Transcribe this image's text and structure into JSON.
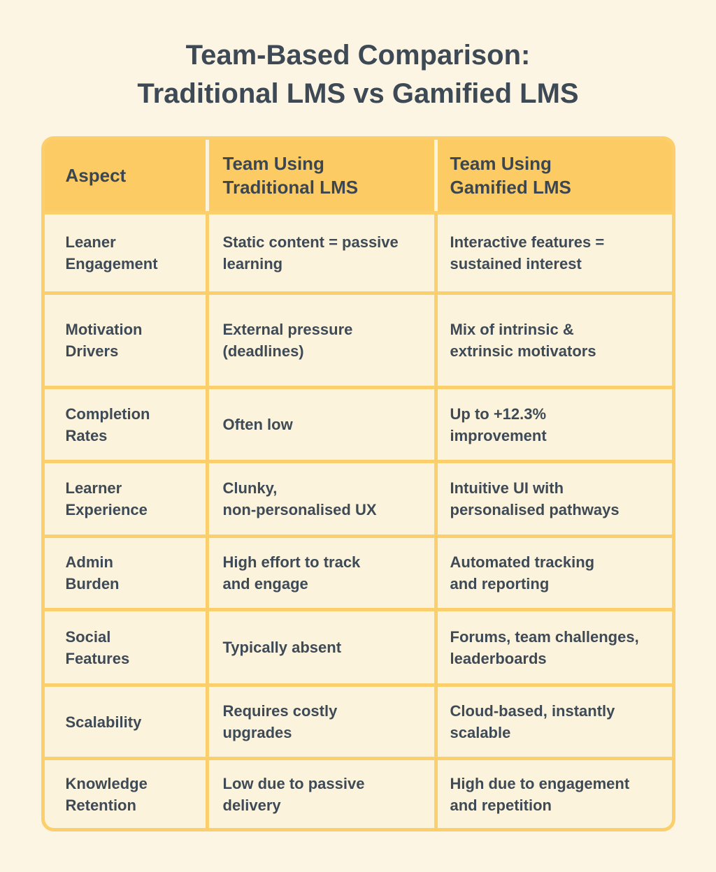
{
  "title": "Team-Based Comparison:\nTraditional LMS vs Gamified LMS",
  "colors": {
    "page_background": "#FDF5E3",
    "cell_background": "#FCF3DC",
    "header_background": "#FCCB63",
    "border": "#FCCF6D",
    "text": "#3E4A56",
    "title_text": "#3D4954"
  },
  "table": {
    "headers": [
      "Aspect",
      "Team Using\nTraditional LMS",
      "Team Using\nGamified LMS"
    ],
    "rows": [
      {
        "aspect": "Leaner\nEngagement",
        "traditional": "Static content = passive\nlearning",
        "gamified": "Interactive features =\nsustained interest"
      },
      {
        "aspect": "Motivation\nDrivers",
        "traditional": "External pressure\n(deadlines)",
        "gamified": "Mix of intrinsic &\nextrinsic motivators"
      },
      {
        "aspect": "Completion\nRates",
        "traditional": "Often low",
        "gamified": "Up to +12.3%\nimprovement"
      },
      {
        "aspect": "Learner\nExperience",
        "traditional": "Clunky,\nnon-personalised UX",
        "gamified": "Intuitive UI with\npersonalised pathways"
      },
      {
        "aspect": "Admin\nBurden",
        "traditional": "High effort to track\nand engage",
        "gamified": "Automated tracking\nand reporting"
      },
      {
        "aspect": "Social\nFeatures",
        "traditional": "Typically absent",
        "gamified": "Forums, team challenges,\nleaderboards"
      },
      {
        "aspect": "Scalability",
        "traditional": "Requires costly\nupgrades",
        "gamified": "Cloud-based, instantly\nscalable"
      },
      {
        "aspect": "Knowledge\nRetention",
        "traditional": "Low due to passive\ndelivery",
        "gamified": "High due to engagement\nand repetition"
      }
    ]
  },
  "chart_data": {
    "type": "table",
    "title": "Team-Based Comparison: Traditional LMS vs Gamified LMS",
    "columns": [
      "Aspect",
      "Team Using Traditional LMS",
      "Team Using Gamified LMS"
    ],
    "rows": [
      [
        "Leaner Engagement",
        "Static content = passive learning",
        "Interactive features = sustained interest"
      ],
      [
        "Motivation Drivers",
        "External pressure (deadlines)",
        "Mix of intrinsic & extrinsic motivators"
      ],
      [
        "Completion Rates",
        "Often low",
        "Up to +12.3% improvement"
      ],
      [
        "Learner Experience",
        "Clunky, non-personalised UX",
        "Intuitive UI with personalised pathways"
      ],
      [
        "Admin Burden",
        "High effort to track and engage",
        "Automated tracking and reporting"
      ],
      [
        "Social Features",
        "Typically absent",
        "Forums, team challenges, leaderboards"
      ],
      [
        "Scalability",
        "Requires costly upgrades",
        "Cloud-based, instantly scalable"
      ],
      [
        "Knowledge Retention",
        "Low due to passive delivery",
        "High due to engagement and repetition"
      ]
    ]
  }
}
